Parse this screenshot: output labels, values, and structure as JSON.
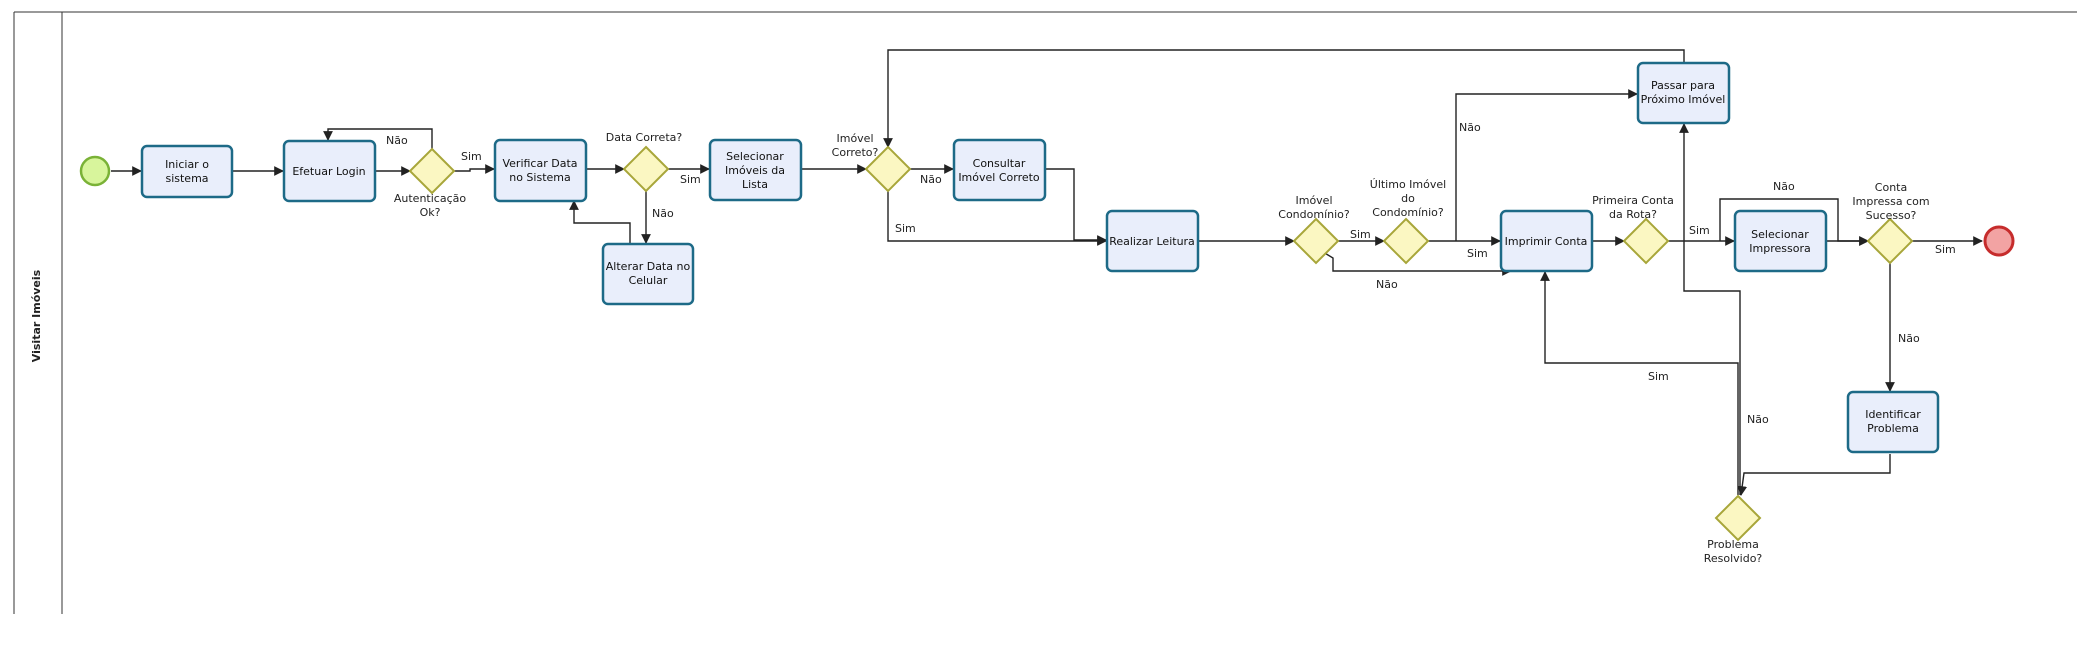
{
  "pool": {
    "lane_name": "Visitar Imóveis"
  },
  "events": {
    "start": "start-event",
    "end": "end-event"
  },
  "tasks": {
    "iniciar": [
      "Iniciar o",
      "sistema"
    ],
    "login": [
      "Efetuar Login"
    ],
    "verificar": [
      "Verificar Data",
      "no Sistema"
    ],
    "alterar": [
      "Alterar Data no",
      "Celular"
    ],
    "selecionar_imoveis": [
      "Selecionar",
      "Imóveis da",
      "Lista"
    ],
    "consultar": [
      "Consultar",
      "Imóvel Correto"
    ],
    "leitura": [
      "Realizar Leitura"
    ],
    "imprimir": [
      "Imprimir Conta"
    ],
    "passar": [
      "Passar para",
      "Próximo Imóvel"
    ],
    "selecionar_impressora": [
      "Selecionar",
      "Impressora"
    ],
    "identificar": [
      "Identificar",
      "Problema"
    ]
  },
  "gateways": {
    "autenticacao": [
      "Autenticação",
      "Ok?"
    ],
    "data_correta": [
      "Data Correta?"
    ],
    "imovel_correto": [
      "Imóvel",
      "Correto?"
    ],
    "condominio": [
      "Imóvel",
      "Condomínio?"
    ],
    "ultimo_imovel": [
      "Último Imóvel",
      "do",
      "Condomínio?"
    ],
    "primeira_conta": [
      "Primeira Conta",
      "da Rota?"
    ],
    "conta_impressa": [
      "Conta",
      "Impressa com",
      "Sucesso?"
    ],
    "problema_resolvido": [
      "Problema",
      "Resolvido?"
    ]
  },
  "flow_labels": {
    "auth_sim": "Sim",
    "auth_nao": "Não",
    "data_sim": "Sim",
    "data_nao": "Não",
    "imovel_sim": "Sim",
    "imovel_nao": "Não",
    "cond_sim": "Sim",
    "cond_nao": "Não",
    "ultimo_sim": "Sim",
    "ultimo_nao": "Não",
    "primeira_sim": "Sim",
    "primeira_nao": "Não",
    "conta_sim": "Sim",
    "conta_nao": "Não",
    "problema_sim": "Sim",
    "problema_nao": "Não"
  }
}
